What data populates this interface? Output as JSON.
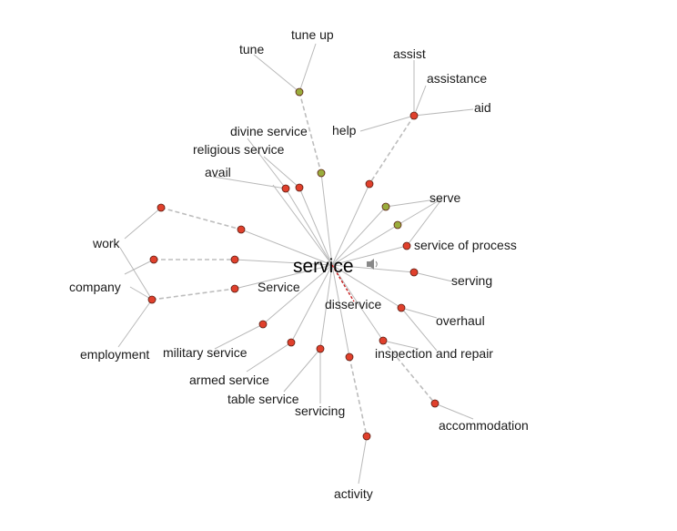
{
  "center": {
    "label": "service"
  },
  "colors": {
    "noun_node": "#e0402c",
    "verb_node": "#9aac3c",
    "edge": "#b9b9b9",
    "dashed_edge": "#bdbdbd",
    "antonym_edge": "#c81e1e"
  },
  "speaker_icon": "speaker-icon",
  "words": [
    {
      "key": "tune",
      "label": "tune"
    },
    {
      "key": "tune_up",
      "label": "tune up"
    },
    {
      "key": "assist",
      "label": "assist"
    },
    {
      "key": "assistance",
      "label": "assistance"
    },
    {
      "key": "aid",
      "label": "aid"
    },
    {
      "key": "help",
      "label": "help"
    },
    {
      "key": "divine_service",
      "label": "divine service"
    },
    {
      "key": "religious_service",
      "label": "religious service"
    },
    {
      "key": "avail",
      "label": "avail"
    },
    {
      "key": "serve",
      "label": "serve"
    },
    {
      "key": "work",
      "label": "work"
    },
    {
      "key": "service_of_process",
      "label": "service of process"
    },
    {
      "key": "company",
      "label": "company"
    },
    {
      "key": "serving",
      "label": "serving"
    },
    {
      "key": "service_cap",
      "label": "Service"
    },
    {
      "key": "disservice",
      "label": "disservice"
    },
    {
      "key": "overhaul",
      "label": "overhaul"
    },
    {
      "key": "employment",
      "label": "employment"
    },
    {
      "key": "military_service",
      "label": "military service"
    },
    {
      "key": "inspection_and_repair",
      "label": "inspection and repair"
    },
    {
      "key": "armed_service",
      "label": "armed service"
    },
    {
      "key": "table_service",
      "label": "table service"
    },
    {
      "key": "servicing",
      "label": "servicing"
    },
    {
      "key": "accommodation",
      "label": "accommodation"
    },
    {
      "key": "activity",
      "label": "activity"
    }
  ]
}
